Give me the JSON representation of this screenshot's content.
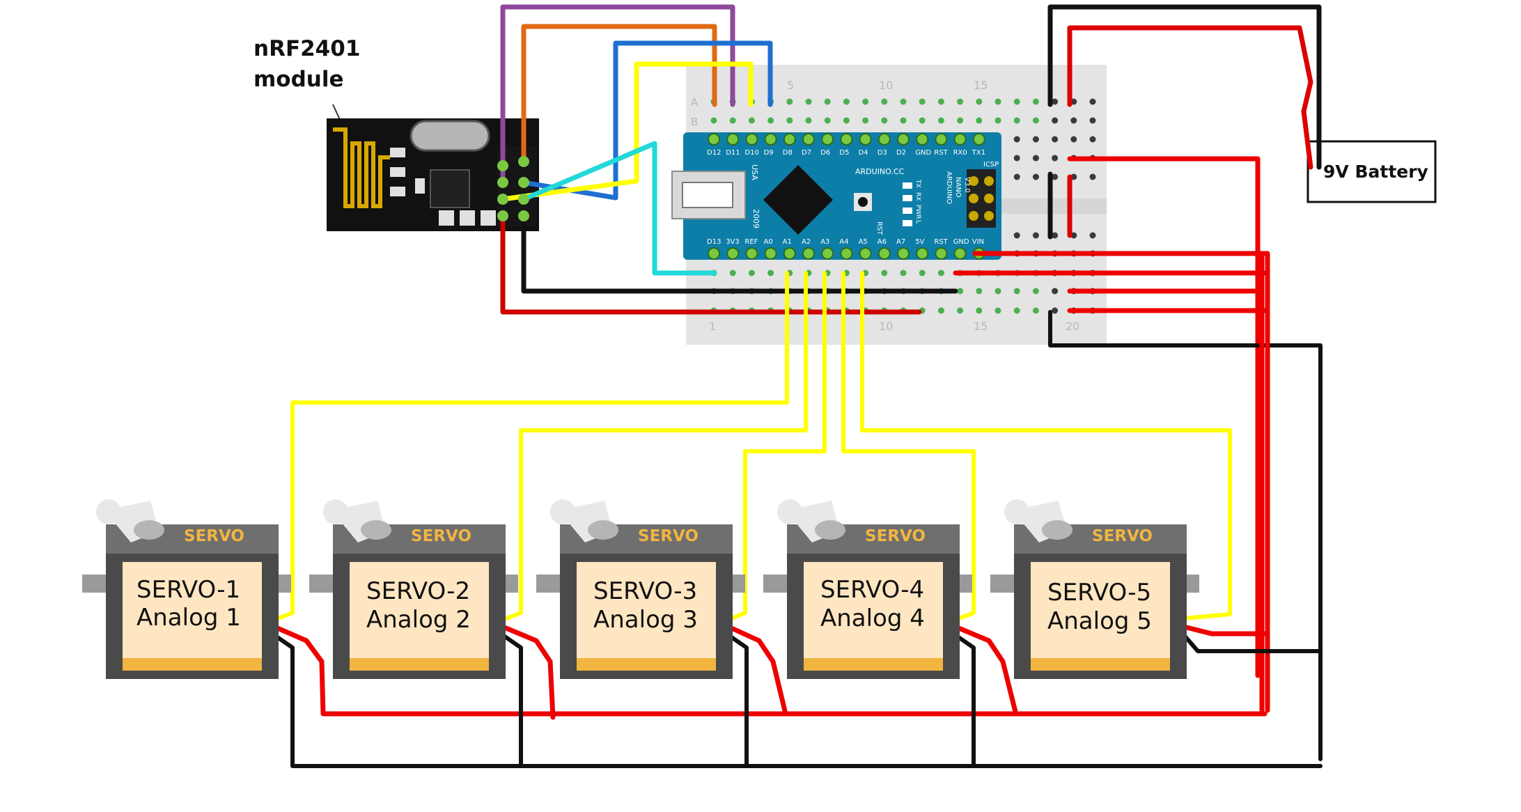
{
  "module": {
    "label_line1": "nRF2401",
    "label_line2": "module"
  },
  "battery": {
    "label": "9V Battery"
  },
  "arduino": {
    "brand": "ARDUINO.CC",
    "model_line1": "ARDUINO",
    "model_line2": "NANO",
    "model_line3": "V3.0",
    "usa": "USA",
    "year": "2009",
    "icsp": "ICSP",
    "rst_label": "RST",
    "led_labels": [
      "TX",
      "RX",
      "PWR",
      "L"
    ],
    "top_pins": [
      "D12",
      "D11",
      "D10",
      "D9",
      "D8",
      "D7",
      "D6",
      "D5",
      "D4",
      "D3",
      "D2",
      "GND",
      "RST",
      "RX0",
      "TX1"
    ],
    "bottom_pins": [
      "D13",
      "3V3",
      "REF",
      "A0",
      "A1",
      "A2",
      "A3",
      "A4",
      "A5",
      "A6",
      "A7",
      "5V",
      "RST",
      "GND",
      "VIN"
    ]
  },
  "breadboard": {
    "row_labels": [
      "A",
      "B"
    ],
    "top_numbers": [
      "5",
      "10",
      "15"
    ],
    "bottom_numbers": [
      "1",
      "10",
      "15",
      "20"
    ]
  },
  "servos": [
    {
      "badge": "SERVO",
      "line1": "SERVO-1",
      "line2": "Analog 1"
    },
    {
      "badge": "SERVO",
      "line1": "SERVO-2",
      "line2": "Analog 2"
    },
    {
      "badge": "SERVO",
      "line1": "SERVO-3",
      "line2": "Analog 3"
    },
    {
      "badge": "SERVO",
      "line1": "SERVO-4",
      "line2": "Analog 4"
    },
    {
      "badge": "SERVO",
      "line1": "SERVO-5",
      "line2": "Analog 5"
    }
  ],
  "colors": {
    "wire_red": "#ee0000",
    "wire_black": "#111111",
    "wire_yellow": "#ffff00",
    "wire_purple": "#9b4fa8",
    "wire_orange": "#e06a14",
    "wire_blue": "#1e6fd0",
    "wire_cyan": "#22d8d8",
    "arduino_board": "#0d7ea8",
    "servo_body": "#4a4a4a",
    "servo_label": "#ffe6c2",
    "servo_badge": "#f2b540",
    "breadboard": "#e8e8e8"
  }
}
